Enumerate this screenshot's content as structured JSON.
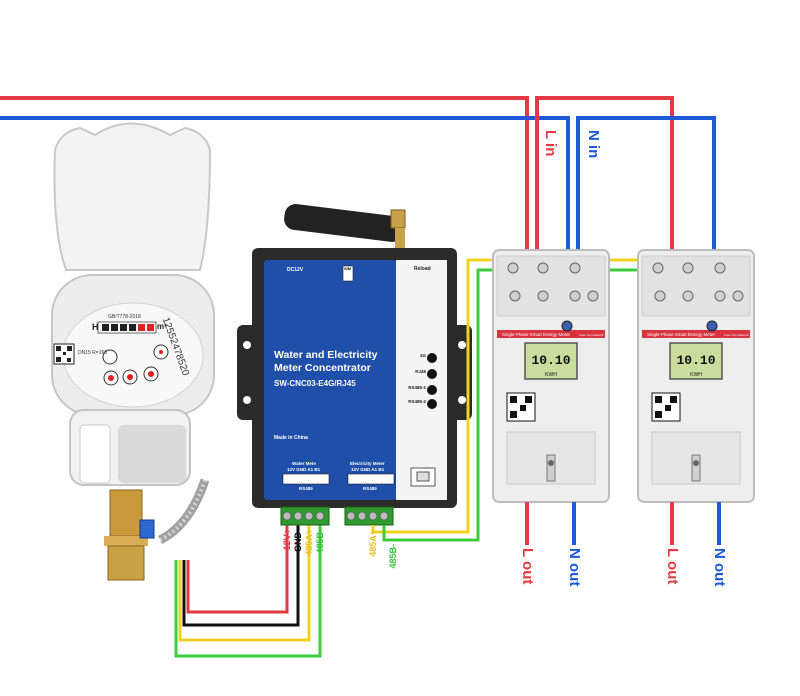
{
  "colors": {
    "live": "#e53a45",
    "neutral": "#1e5ad8",
    "power": "#e53a45",
    "ground": "#111111",
    "rs485a": "#f0d020",
    "rs485b": "#3ccc3c",
    "concentrator_face": "#1f4fa8"
  },
  "input_labels": {
    "live": "L in",
    "neutral": "N in"
  },
  "meters": [
    {
      "lcd": "10.10",
      "unit": "KWH",
      "header": "Single Phase Smart Energy Meter",
      "header_right": "Fuse Trip Network",
      "out_live": "L out",
      "out_neutral": "N out"
    },
    {
      "lcd": "10.10",
      "unit": "KWH",
      "header": "Single Phase Smart Energy Meter",
      "header_right": "Fuse Trip Network",
      "out_live": "L out",
      "out_neutral": "N out"
    }
  ],
  "water_meter": {
    "serial": "12552478520",
    "brand_line": "GB/T778-2018",
    "unit_h": "H",
    "unit_m3": "m³",
    "model": "DN15 R=160",
    "icon": "qr-code-icon"
  },
  "concentrator": {
    "title_line1": "Water and Electricity",
    "title_line2": "Meter Concentrator",
    "model": "SW-CNC03-E4G/RJ45",
    "origin": "Made in China",
    "power_label": "DC12V",
    "sim_label": "SIM",
    "reload_label": "Reload",
    "indicators": [
      "4G",
      "RJ45",
      "RS485-1",
      "RS485-2"
    ],
    "water_port": {
      "title": "Water Mete",
      "pins": "12V GND A1 B1",
      "bus": "RS485"
    },
    "elec_port": {
      "title": "Electricity Meter",
      "pins": "12V GND A1 B1",
      "bus": "RS485"
    }
  },
  "wire_labels": {
    "water": [
      "12V+",
      "GND-",
      "485A+",
      "485B-"
    ],
    "elec": [
      "485A+",
      "485B-"
    ]
  }
}
